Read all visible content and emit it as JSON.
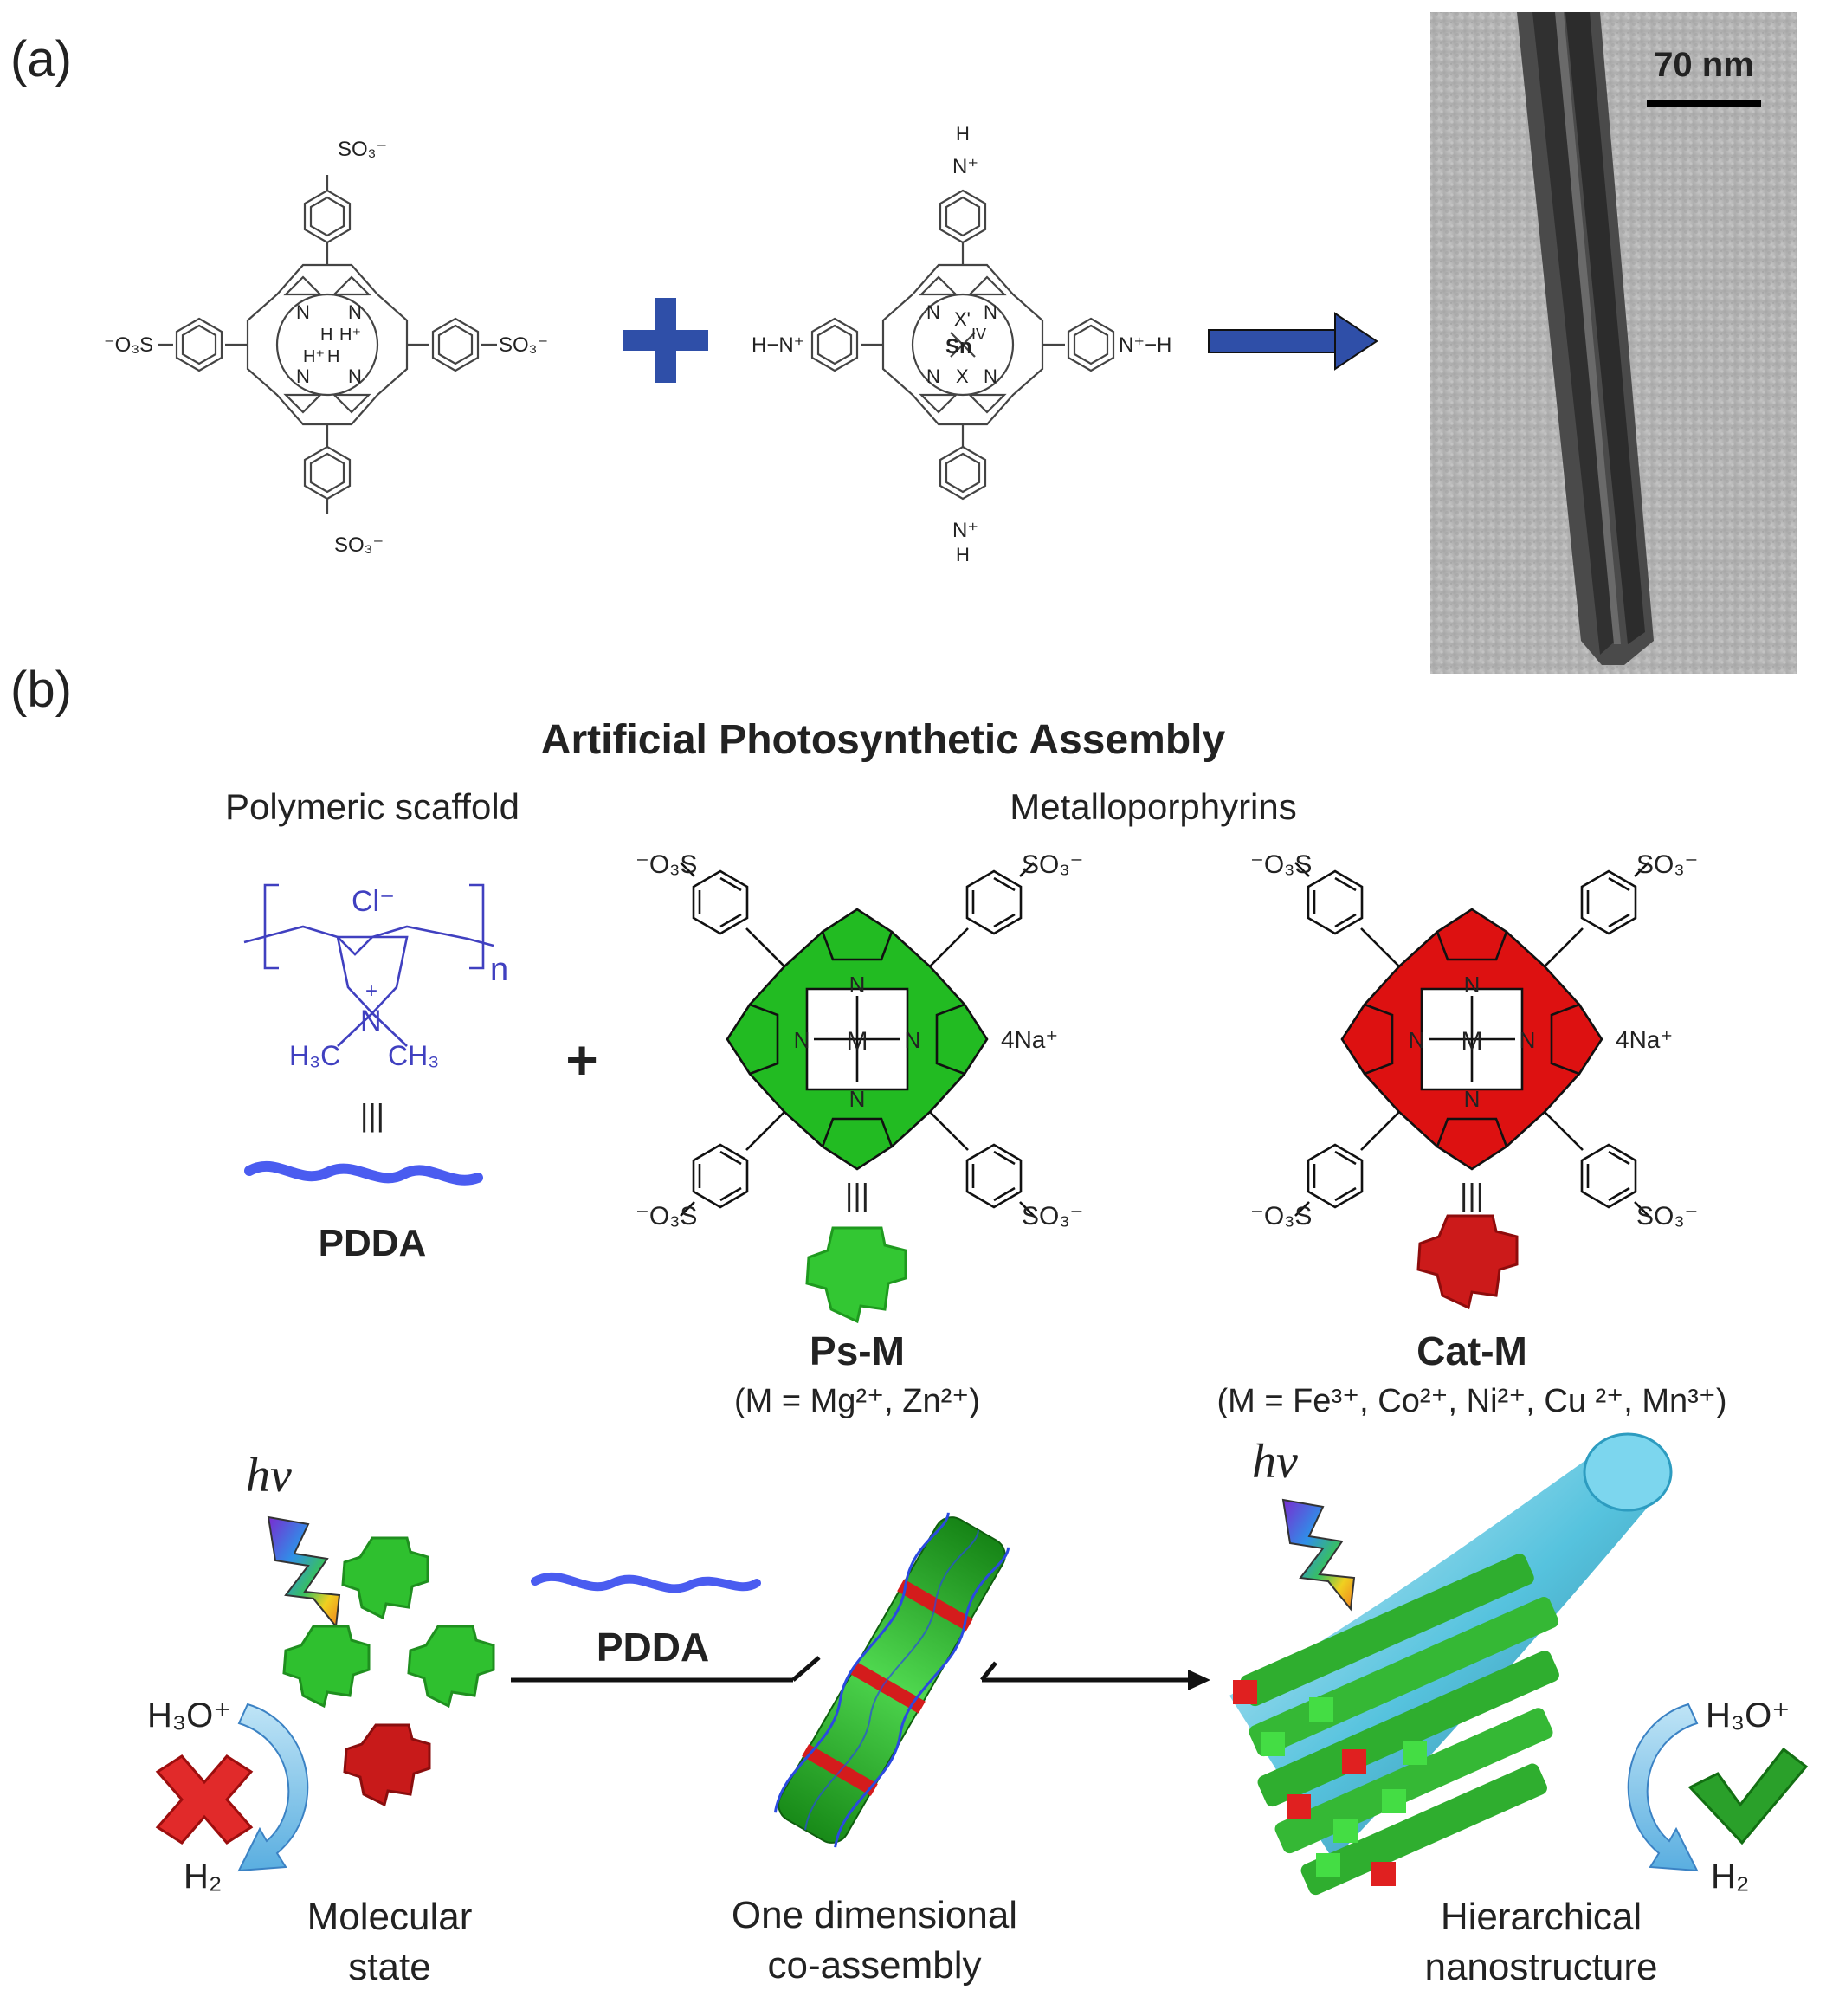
{
  "panel_a": {
    "label": "(a)",
    "molecule1": {
      "subst_top": "SO₃⁻",
      "subst_bottom": "SO₃⁻",
      "subst_left": "⁻O₃S",
      "subst_right": "SO₃⁻",
      "n_tl": "N",
      "n_tr": "N",
      "n_bl": "N",
      "n_br": "N",
      "h1": "H",
      "h2": "H⁺",
      "h3": "H⁺",
      "h4": "H"
    },
    "plus": "+",
    "molecule2": {
      "top_h": "H",
      "top_n": "N⁺",
      "bottom_h": "H",
      "bottom_n": "N⁺",
      "left": "H−N⁺",
      "right": "N⁺−H",
      "metal": "Sn",
      "metal_ox": "IV",
      "axial_top": "X'",
      "axial_bottom": "X",
      "n_label": "N"
    },
    "tem": {
      "scale_label": "70 nm"
    }
  },
  "panel_b": {
    "label": "(b)",
    "title": "Artificial Photosynthetic Assembly",
    "scaffold_header": "Polymeric scaffold",
    "metallo_header": "Metalloporphyrins",
    "pdda_struct": {
      "cl": "Cl⁻",
      "n": "N",
      "charge": "+",
      "sub": "n",
      "left_me": "H₃C",
      "right_me": "CH₃"
    },
    "equiv": "|||",
    "pdda_label": "PDDA",
    "plus": "+",
    "ps": {
      "so3_tl": "⁻O₃S",
      "so3_tr": "SO₃⁻",
      "so3_bl": "⁻O₃S",
      "so3_br": "SO₃⁻",
      "metal": "M",
      "n": "N",
      "na": "4Na⁺",
      "label": "Ps-M",
      "metals": "(M = Mg²⁺, Zn²⁺)",
      "color": "#22bb22"
    },
    "cat": {
      "so3_tl": "⁻O₃S",
      "so3_tr": "SO₃⁻",
      "so3_bl": "⁻O₃S",
      "so3_br": "SO₃⁻",
      "metal": "M",
      "n": "N",
      "na": "4Na⁺",
      "label": "Cat-M",
      "metals": "(M = Fe³⁺, Co²⁺, Ni²⁺, Cu ²⁺, Mn³⁺)",
      "color": "#dd1111"
    },
    "bottom": {
      "hv_left": "hv",
      "hv_right": "hv",
      "pdda_label": "PDDA",
      "h3o_left": "H₃O⁺",
      "h2_left": "H₂",
      "h3o_right": "H₃O⁺",
      "h2_right": "H₂",
      "molecular_1": "Molecular",
      "molecular_2": "state",
      "one_dim_1": "One dimensional",
      "one_dim_2": "co-assembly",
      "hier_1": "Hierarchical",
      "hier_2": "nanostructure"
    }
  }
}
